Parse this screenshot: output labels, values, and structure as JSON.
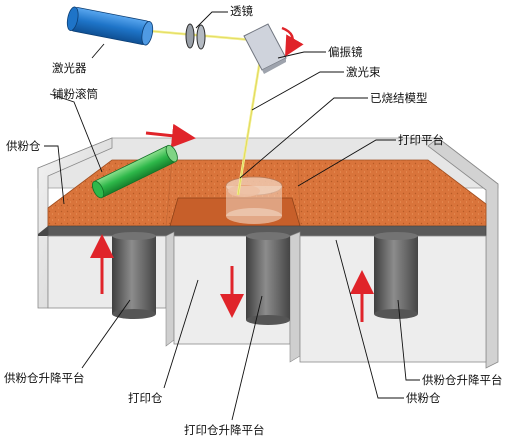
{
  "labels": {
    "lens": "透镜",
    "laser": "激光器",
    "galvo_mirror": "偏振镜",
    "laser_beam": "激光束",
    "sintered_model": "已烧结模型",
    "roller": "铺粉滚筒",
    "build_platform": "打印平台",
    "left_feed_bin": "供粉仓",
    "left_feed_lift": "供粉仓升降平台",
    "build_bin": "打印仓",
    "build_lift": "打印仓升降平台",
    "right_feed_lift": "供粉仓升降平台",
    "right_feed_bin": "供粉仓"
  },
  "colors": {
    "powder": "#d9743b",
    "laser_body": "#1e74c8",
    "roller": "#2eb84a",
    "beam": "#f2ee8a",
    "arrow": "#e0242a",
    "frame": "#e3e3e3",
    "piston": "#6b6b6b"
  }
}
